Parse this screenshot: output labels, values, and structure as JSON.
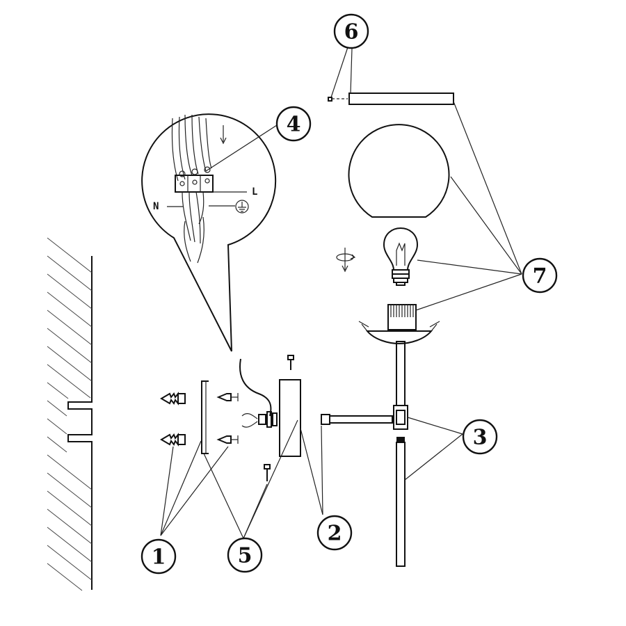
{
  "callouts": [
    {
      "label": "1"
    },
    {
      "label": "2"
    },
    {
      "label": "3"
    },
    {
      "label": "4"
    },
    {
      "label": "5"
    },
    {
      "label": "6"
    },
    {
      "label": "7"
    }
  ],
  "wiring_detail": {
    "neutral_label": "N",
    "live_label": "L",
    "earth_icon": "earth-ground-icon"
  }
}
